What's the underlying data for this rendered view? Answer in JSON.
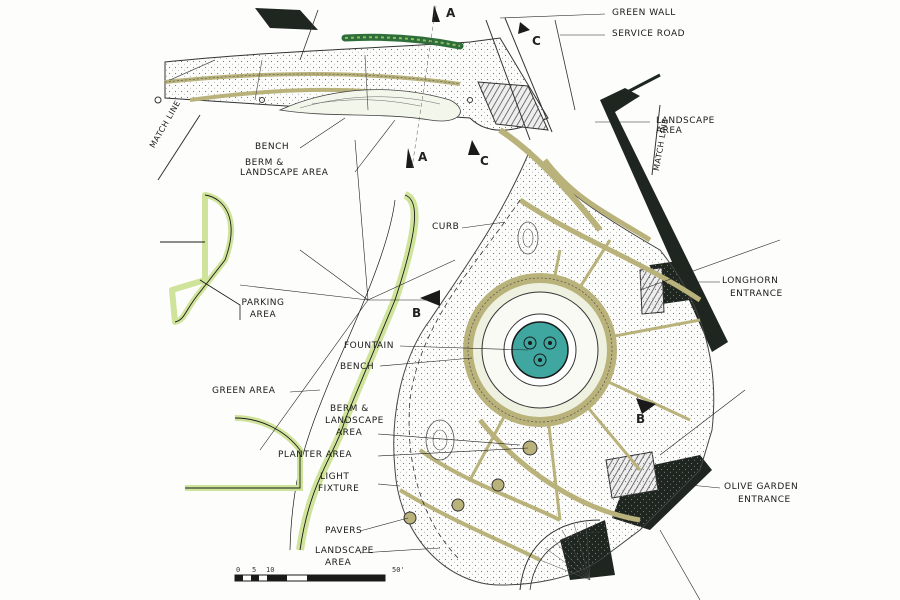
{
  "labels": {
    "green_wall": "Green Wall",
    "service_road": "Service Road",
    "match_line_left": "Match Line",
    "match_line_right": "Match Line",
    "landscape_area_top": "Landscape Area",
    "bench_top": "Bench",
    "berm_landscape_top_1": "Berm &",
    "berm_landscape_top_2": "Landscape Area",
    "curb": "Curb",
    "parking_area_1": "Parking",
    "parking_area_2": "Area",
    "longhorn_entrance_1": "Longhorn",
    "longhorn_entrance_2": "Entrance",
    "fountain": "Fountain",
    "bench_mid": "Bench",
    "green_area": "Green Area",
    "berm_landscape_mid_1": "Berm &",
    "berm_landscape_mid_2": "Landscape",
    "berm_landscape_mid_3": "Area",
    "planter_area": "Planter Area",
    "light_fixture_1": "Light",
    "light_fixture_2": "Fixture",
    "olive_garden_entrance_1": "Olive Garden",
    "olive_garden_entrance_2": "Entrance",
    "pavers": "Pavers",
    "landscape_area_bottom_1": "Landscape",
    "landscape_area_bottom_2": "Area"
  },
  "section_markers": {
    "a_top": "A",
    "a_bottom": "A",
    "b_left": "B",
    "b_right": "B",
    "c_top": "C",
    "c_bottom": "C"
  },
  "scale_bar": {
    "t0": "0",
    "t5": "5",
    "t10": "10",
    "t50": "50'"
  },
  "colors": {
    "ink": "#1a1a1a",
    "green_marker": "#cfe39a",
    "olive_paving": "#b9b27a",
    "fountain_water": "#3fa7a0",
    "dark_building": "#1e261f",
    "green_wall": "#2f6e3a"
  }
}
